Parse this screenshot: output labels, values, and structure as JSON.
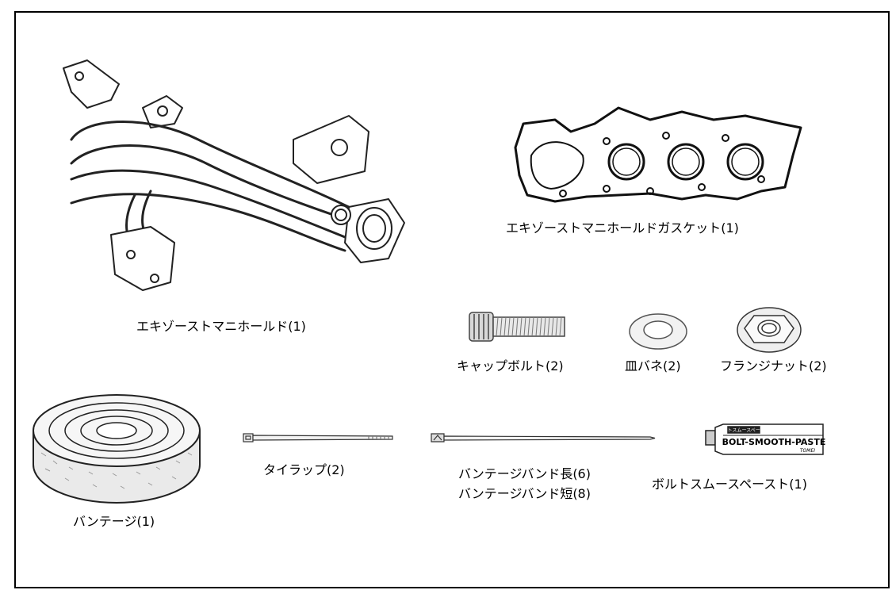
{
  "parts": {
    "manifold": "エキゾーストマニホールド(1)",
    "gasket": "エキゾーストマニホールドガスケット(1)",
    "cap_bolt": "キャップボルト(2)",
    "dish_spring": "皿バネ(2)",
    "flange_nut": "フランジナット(2)",
    "bandage": "バンテージ(1)",
    "tie_wrap": "タイラップ(2)",
    "band_long": "バンテージバンド長(6)",
    "band_short": "バンテージバンド短(8)",
    "paste": "ボルトスムースペースト(1)"
  },
  "tube_print": {
    "brand_small": "TOMEI",
    "main": "BOLT-SMOOTH-PASTE",
    "top_line": "ボルトスムースペースト"
  }
}
